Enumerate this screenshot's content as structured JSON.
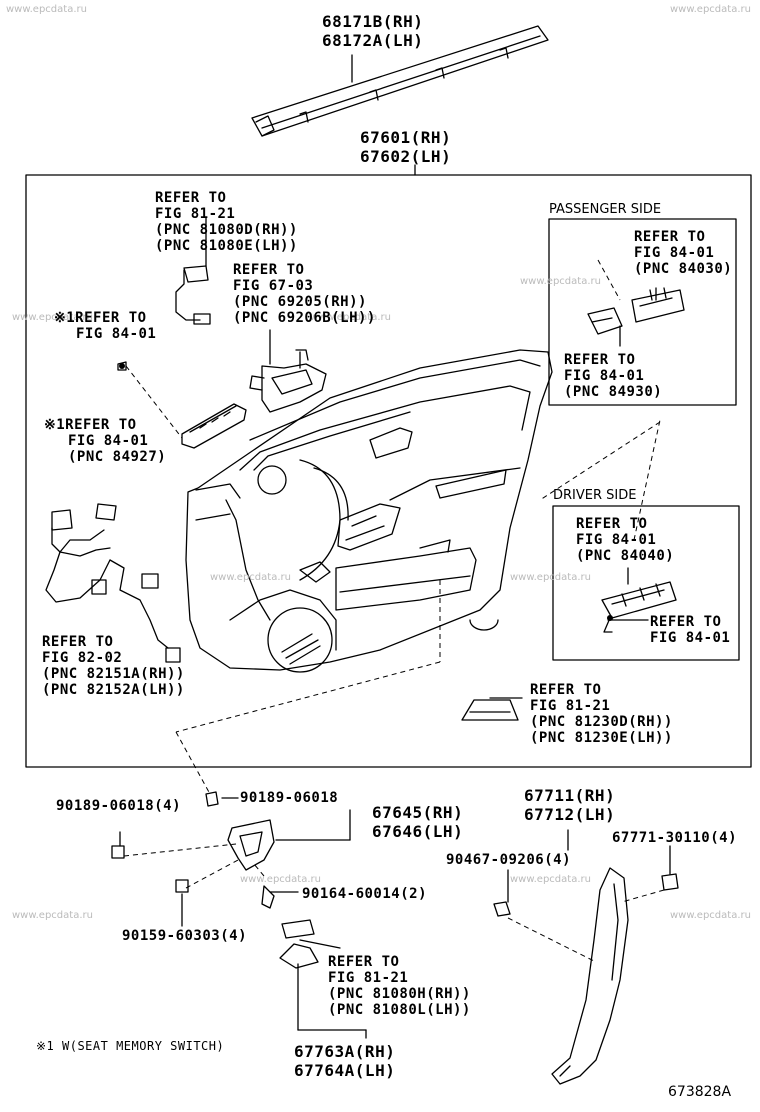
{
  "watermark": "www.epcdata.ru",
  "labels": {
    "moulding": [
      "68171B(RH)",
      "68172A(LH)"
    ],
    "board": [
      "67601(RH)",
      "67602(LH)"
    ],
    "refer_81_21_top": [
      "REFER TO",
      "FIG 81-21",
      "(PNC 81080D(RH))",
      "(PNC 81080E(LH))"
    ],
    "refer_67_03": [
      "REFER TO",
      "FIG 67-03",
      "(PNC 69205(RH))",
      "(PNC 69206B(LH))"
    ],
    "refer_84_01_a": [
      "※1REFER TO",
      "FIG 84-01"
    ],
    "refer_84_01_b": [
      "※1REFER TO",
      "FIG 84-01",
      "(PNC 84927)"
    ],
    "refer_82_02": [
      "REFER TO",
      "FIG 82-02",
      "(PNC 82151A(RH))",
      "(PNC 82152A(LH))"
    ],
    "refer_81_21_lamp": [
      "REFER TO",
      "FIG 81-21",
      "(PNC 81230D(RH))",
      "(PNC 81230E(LH))"
    ],
    "passenger_header": "PASSENGER SIDE",
    "passenger_ref1": [
      "REFER TO",
      "FIG 84-01",
      "(PNC 84030)"
    ],
    "passenger_ref2": [
      "REFER TO",
      "FIG 84-01",
      "(PNC 84930)"
    ],
    "driver_header": "DRIVER SIDE",
    "driver_ref1": [
      "REFER TO",
      "FIG 84-01",
      "(PNC 84040)"
    ],
    "driver_ref2": [
      "REFER TO",
      "FIG 84-01"
    ],
    "p90189_left": "90189-06018(4)",
    "p90189_right": "90189-06018",
    "p67645": [
      "67645(RH)",
      "67646(LH)"
    ],
    "p67711": [
      "67711(RH)",
      "67712(LH)"
    ],
    "p90467": "90467-09206(4)",
    "p67771": "67771-30110(4)",
    "p90164": "90164-60014(2)",
    "p90159": "90159-60303(4)",
    "refer_81_21_bottom": [
      "REFER TO",
      "FIG 81-21",
      "(PNC 81080H(RH))",
      "(PNC 81080L(LH))"
    ],
    "p67763": [
      "67763A(RH)",
      "67764A(LH)"
    ],
    "footnote": "※1 W(SEAT MEMORY SWITCH)",
    "figure_code": "673828A"
  }
}
